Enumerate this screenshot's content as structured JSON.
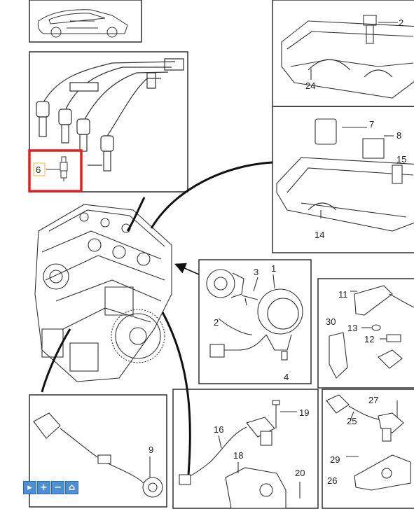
{
  "callouts": {
    "c1": "1",
    "c2": "2",
    "c2b": "2",
    "c3": "3",
    "c4": "4",
    "c6": "6",
    "c7": "7",
    "c8": "8",
    "c9": "9",
    "c11": "11",
    "c12": "12",
    "c13": "13",
    "c14": "14",
    "c15": "15",
    "c16": "16",
    "c18": "18",
    "c19": "19",
    "c20": "20",
    "c24": "24",
    "c25": "25",
    "c26": "26",
    "c27": "27",
    "c29": "29",
    "c30": "30"
  },
  "toolbar": {
    "pan_icon": "arrow-icon",
    "zoom_in_icon": "plus-icon",
    "zoom_out_icon": "minus-icon",
    "home_icon": "home-icon",
    "button_color": "#4d8fd6"
  },
  "highlight_color": "#e0221f"
}
